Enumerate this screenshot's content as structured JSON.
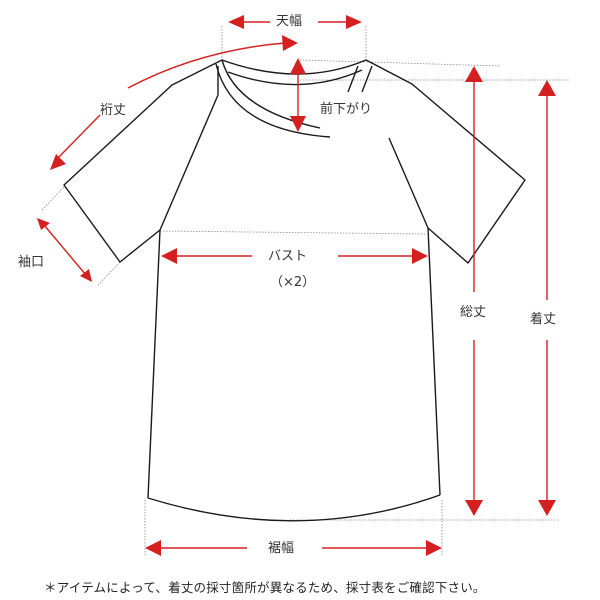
{
  "diagram": {
    "subject": "T-shirt (raglan sleeve) measurement guide",
    "accent_color": "#d42020",
    "outline_color": "#1a1a1a",
    "measurements": {
      "shoulder_width_neck": "天幅",
      "neck_drop": "前下がり",
      "sleeve_length": "裄丈",
      "sleeve_opening": "袖口",
      "bust": "バスト",
      "bust_multiplier": "（×2）",
      "total_length": "総丈",
      "body_length": "着丈",
      "hem_width": "裾幅"
    },
    "footnote": "＊アイテムによって、着丈の採寸箇所が異なるため、採寸表をご確認下さい。"
  }
}
